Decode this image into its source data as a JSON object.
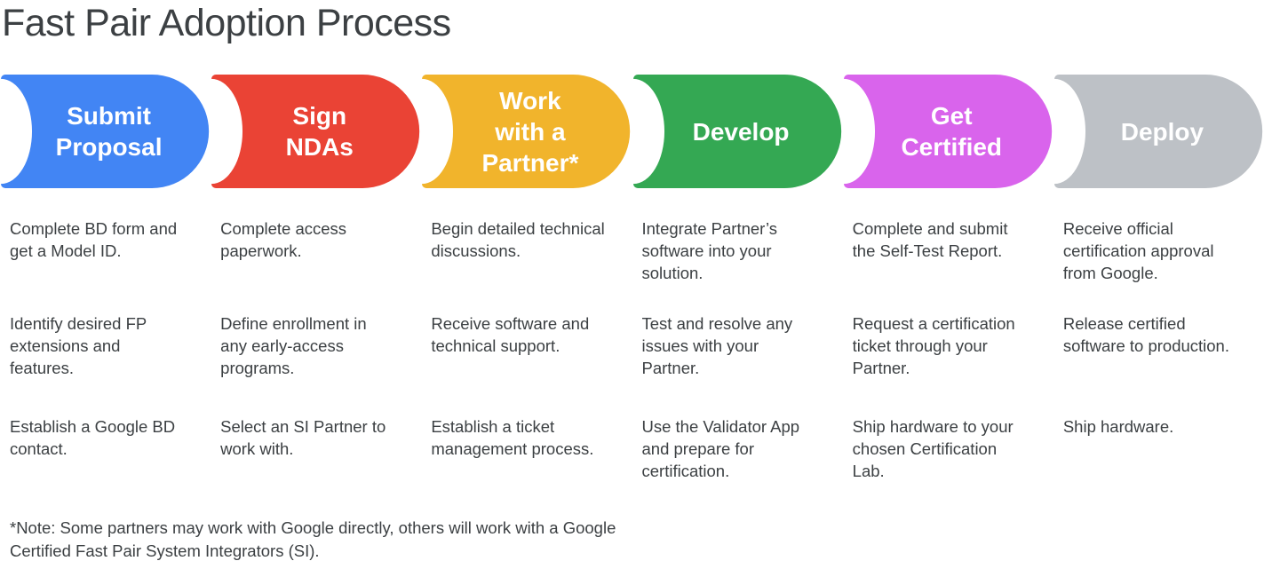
{
  "title": "Fast Pair Adoption Process",
  "note": "*Note: Some partners may work with Google directly, others will work with a Google Certified Fast Pair System Integrators (SI).",
  "colors": {
    "blue": "#4285F4",
    "red": "#EA4335",
    "yellow": "#F1B42C",
    "green": "#34A853",
    "magenta": "#D964EC",
    "gray": "#BDC1C6",
    "text": "#3C4043",
    "label_text": "#FFFFFF"
  },
  "stages": [
    {
      "label": "Submit\nProposal",
      "color": "#4285F4",
      "steps": [
        "Complete BD form and get a Model ID.",
        "Identify desired FP extensions and features.",
        "Establish a Google BD contact."
      ]
    },
    {
      "label": "Sign\nNDAs",
      "color": "#EA4335",
      "steps": [
        "Complete access paperwork.",
        "Define enrollment in any early-access programs.",
        "Select an SI Partner to work with."
      ]
    },
    {
      "label": "Work\nwith a\nPartner*",
      "color": "#F1B42C",
      "steps": [
        "Begin detailed technical discussions.",
        "Receive software and technical support.",
        "Establish a ticket management process."
      ]
    },
    {
      "label": "Develop",
      "color": "#34A853",
      "steps": [
        "Integrate Partner’s software into your solution.",
        "Test and resolve any issues with your Partner.",
        "Use the Validator App and prepare for certification."
      ]
    },
    {
      "label": "Get\nCertified",
      "color": "#D964EC",
      "steps": [
        "Complete and submit the Self-Test Report.",
        "Request a certification ticket through your Partner.",
        "Ship hardware to your chosen Certification Lab."
      ]
    },
    {
      "label": "Deploy",
      "color": "#BDC1C6",
      "steps": [
        "Receive official certification approval from Google.",
        "Release certified software to production.",
        "Ship hardware."
      ]
    }
  ]
}
